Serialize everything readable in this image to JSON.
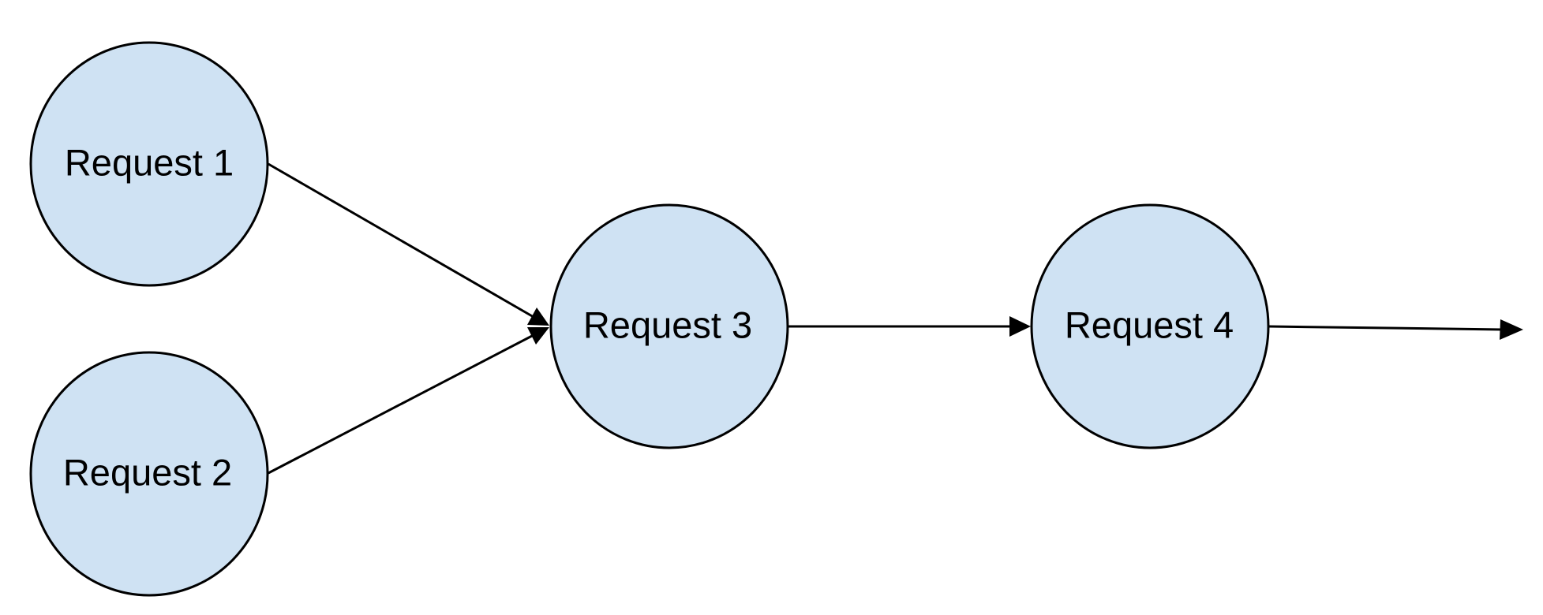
{
  "colors": {
    "node_fill": "#cfe2f3",
    "stroke": "#000000"
  },
  "nodes": [
    {
      "id": "request-1",
      "label": "Request 1"
    },
    {
      "id": "request-2",
      "label": "Request 2"
    },
    {
      "id": "request-3",
      "label": "Request 3"
    },
    {
      "id": "request-4",
      "label": "Request 4"
    }
  ],
  "edges": [
    {
      "from": "request-1",
      "to": "request-3"
    },
    {
      "from": "request-2",
      "to": "request-3"
    },
    {
      "from": "request-3",
      "to": "request-4"
    },
    {
      "from": "request-4",
      "to": ""
    }
  ]
}
